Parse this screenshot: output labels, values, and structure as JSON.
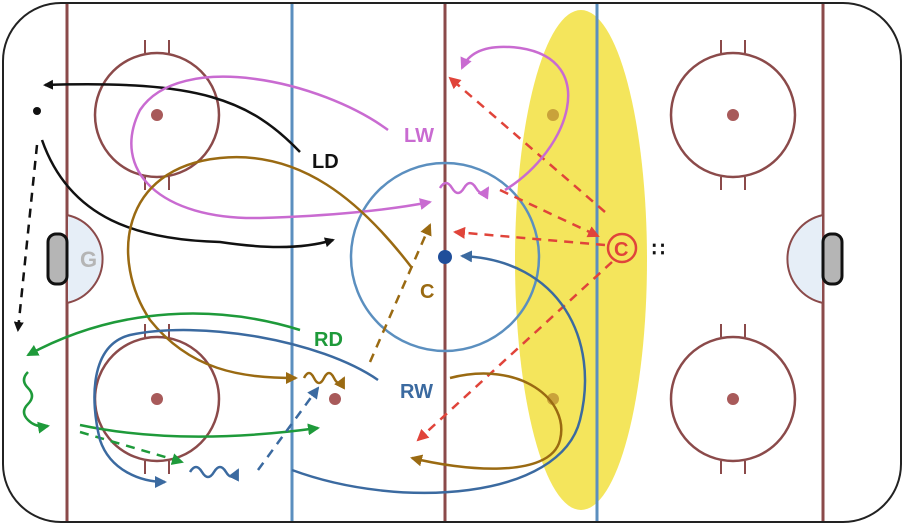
{
  "diagram": {
    "goalie_label": "G",
    "players": {
      "ld": "LD",
      "lw": "LW",
      "c": "C",
      "rd": "RD",
      "rw": "RW"
    },
    "coach_symbol": "C",
    "puck_pile_symbol": "∷"
  },
  "colors": {
    "rink_line": "#8b4a4a",
    "blue_line": "#5b8fbf",
    "highlight_zone": "#f3e24a",
    "ld": "#111111",
    "lw": "#c96bd1",
    "c": "#9a6a12",
    "rd": "#1e9a3a",
    "rw": "#3b6aa0",
    "pass": "#e0443a",
    "goalie_fill": "#b5b5b5",
    "crease_fill": "#e6eef7"
  }
}
